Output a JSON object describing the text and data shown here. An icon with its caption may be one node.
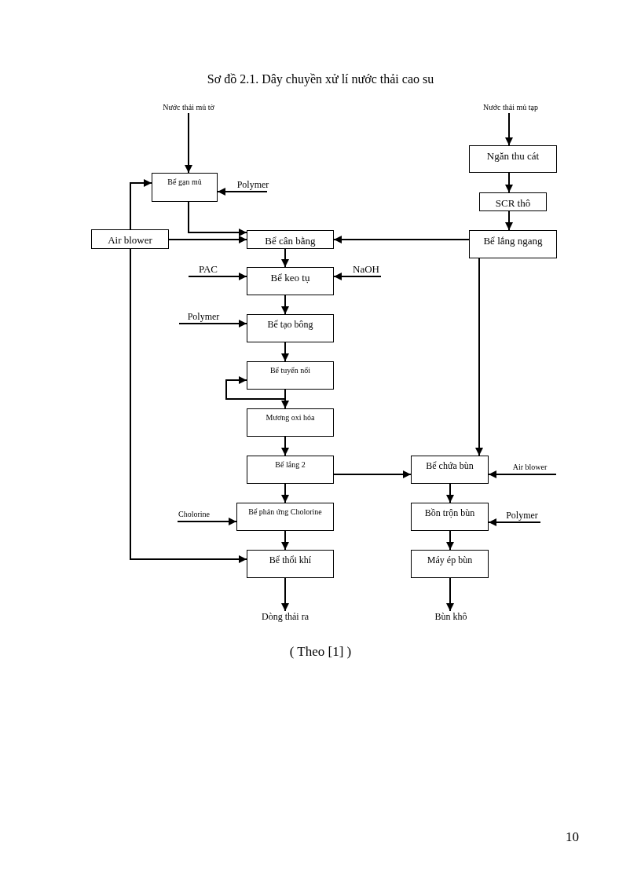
{
  "diagram": {
    "title": "Sơ đồ 2.1. Dây chuyền xử lí nước thải cao su",
    "caption": "( Theo [1] )",
    "nodes": [
      {
        "text": [
          "Nước thải mủ tờ"
        ]
      },
      {
        "text": [
          "Nước thải mủ tạp"
        ]
      },
      {
        "text": [
          "Bể gạn mủ"
        ]
      },
      {
        "text": [
          "Polymer"
        ]
      },
      {
        "text": [
          "Air blower"
        ]
      },
      {
        "text": [
          "Bể cân bằng"
        ]
      },
      {
        "text": [
          "Ngăn thu cát"
        ]
      },
      {
        "text": [
          "SCR thô"
        ]
      },
      {
        "text": [
          "Bể lắng ngang"
        ]
      },
      {
        "text": [
          "PAC"
        ]
      },
      {
        "text": [
          "Bể keo tụ"
        ]
      },
      {
        "text": [
          "NaOH"
        ]
      },
      {
        "text": [
          "Polymer"
        ]
      },
      {
        "text": [
          "Bể tạo bông"
        ]
      },
      {
        "text": [
          "Bể tuyển nổi"
        ]
      },
      {
        "text": [
          "Mương oxi hóa"
        ]
      },
      {
        "text": [
          "Bể lắng 2"
        ]
      },
      {
        "text": [
          "Bể chứa bùn"
        ]
      },
      {
        "text": [
          "Air blower"
        ]
      },
      {
        "text": [
          "Cholorine"
        ]
      },
      {
        "text": [
          "Bể phản ứng Cholorine"
        ]
      },
      {
        "text": [
          "Polymer"
        ]
      },
      {
        "text": [
          "Bồn trộn bùn"
        ]
      },
      {
        "text": [
          "Bể thổi khí"
        ]
      },
      {
        "text": [
          "Máy ép bùn"
        ]
      },
      {
        "text": [
          "Dòng thải ra"
        ]
      },
      {
        "text": [
          "Bùn khô"
        ]
      }
    ],
    "edges": [
      {
        "from": 0,
        "to": 2,
        "arrow": "to"
      },
      {
        "from": 3,
        "to": 2,
        "arrow": "to"
      },
      {
        "from": 2,
        "to": 5,
        "arrow": "to"
      },
      {
        "from": 4,
        "to": 5,
        "arrow": "to"
      },
      {
        "from": 4,
        "to": 2,
        "arrow": "to"
      },
      {
        "from": 4,
        "to": 23,
        "arrow": "to"
      },
      {
        "from": 1,
        "to": 6,
        "arrow": "to"
      },
      {
        "from": 6,
        "to": 7,
        "arrow": "to"
      },
      {
        "from": 7,
        "to": 8,
        "arrow": "to"
      },
      {
        "from": 8,
        "to": 5,
        "arrow": "to"
      },
      {
        "from": 8,
        "to": 17,
        "arrow": "to"
      },
      {
        "from": 5,
        "to": 10,
        "arrow": "to"
      },
      {
        "from": 9,
        "to": 10,
        "arrow": "to"
      },
      {
        "from": 11,
        "to": 10,
        "arrow": "to"
      },
      {
        "from": 10,
        "to": 13,
        "arrow": "to"
      },
      {
        "from": 12,
        "to": 13,
        "arrow": "to"
      },
      {
        "from": 13,
        "to": 14,
        "arrow": "to"
      },
      {
        "from": 14,
        "to": 15,
        "arrow": "to"
      },
      {
        "from": 14,
        "to": 14,
        "arrow": "to"
      },
      {
        "from": 15,
        "to": 16,
        "arrow": "to"
      },
      {
        "from": 16,
        "to": 20,
        "arrow": "to"
      },
      {
        "from": 16,
        "to": 17,
        "arrow": "to"
      },
      {
        "from": 18,
        "to": 17,
        "arrow": "to"
      },
      {
        "from": 17,
        "to": 22,
        "arrow": "to"
      },
      {
        "from": 19,
        "to": 20,
        "arrow": "to"
      },
      {
        "from": 21,
        "to": 22,
        "arrow": "to"
      },
      {
        "from": 20,
        "to": 23,
        "arrow": "to"
      },
      {
        "from": 22,
        "to": 24,
        "arrow": "to"
      },
      {
        "from": 23,
        "to": 25,
        "arrow": "to"
      },
      {
        "from": 24,
        "to": 26,
        "arrow": "to"
      }
    ],
    "labels": [
      "10"
    ]
  }
}
